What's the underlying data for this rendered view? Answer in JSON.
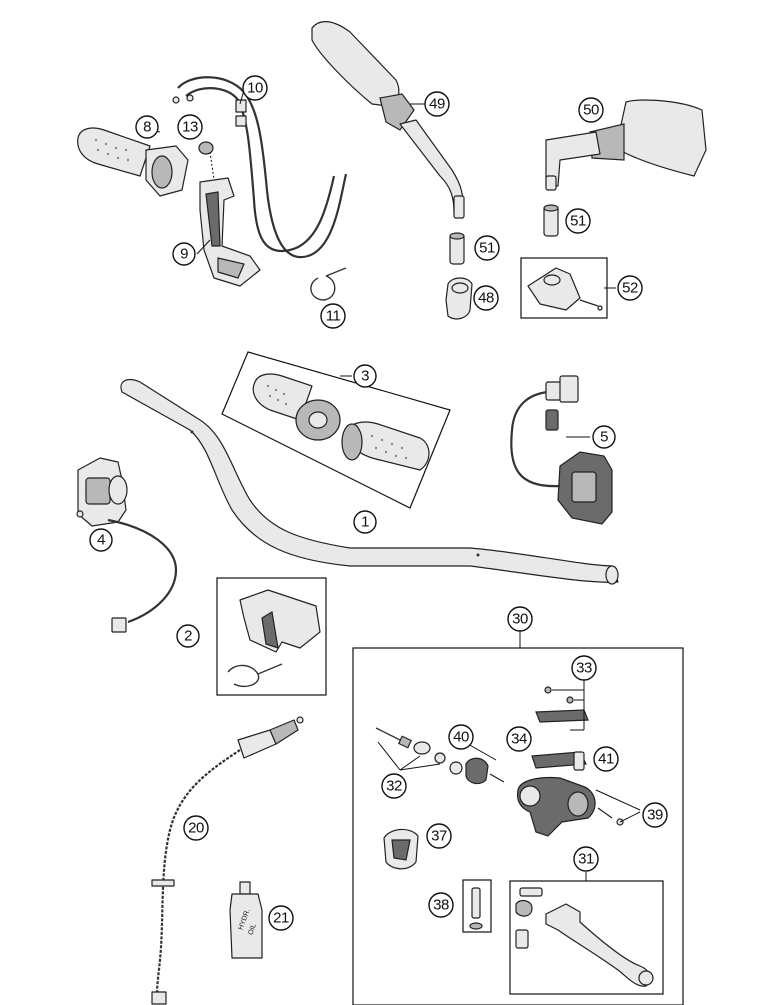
{
  "callouts": [
    {
      "id": "c1",
      "label": "1"
    },
    {
      "id": "c2",
      "label": "2"
    },
    {
      "id": "c3",
      "label": "3"
    },
    {
      "id": "c4",
      "label": "4"
    },
    {
      "id": "c5",
      "label": "5"
    },
    {
      "id": "c8",
      "label": "8"
    },
    {
      "id": "c9",
      "label": "9"
    },
    {
      "id": "c10",
      "label": "10"
    },
    {
      "id": "c11",
      "label": "11"
    },
    {
      "id": "c13",
      "label": "13"
    },
    {
      "id": "c20",
      "label": "20"
    },
    {
      "id": "c21",
      "label": "21"
    },
    {
      "id": "c30",
      "label": "30"
    },
    {
      "id": "c31",
      "label": "31"
    },
    {
      "id": "c32",
      "label": "32"
    },
    {
      "id": "c33",
      "label": "33"
    },
    {
      "id": "c34",
      "label": "34"
    },
    {
      "id": "c37",
      "label": "37"
    },
    {
      "id": "c38",
      "label": "38"
    },
    {
      "id": "c39",
      "label": "39"
    },
    {
      "id": "c40",
      "label": "40"
    },
    {
      "id": "c41",
      "label": "41"
    },
    {
      "id": "c48",
      "label": "48"
    },
    {
      "id": "c49",
      "label": "49"
    },
    {
      "id": "c50",
      "label": "50"
    },
    {
      "id": "c51a",
      "label": "51"
    },
    {
      "id": "c51b",
      "label": "51"
    },
    {
      "id": "c52",
      "label": "52"
    }
  ],
  "hydraulic_oil_label": {
    "line1": "HYDR.",
    "line2": "OIL"
  }
}
